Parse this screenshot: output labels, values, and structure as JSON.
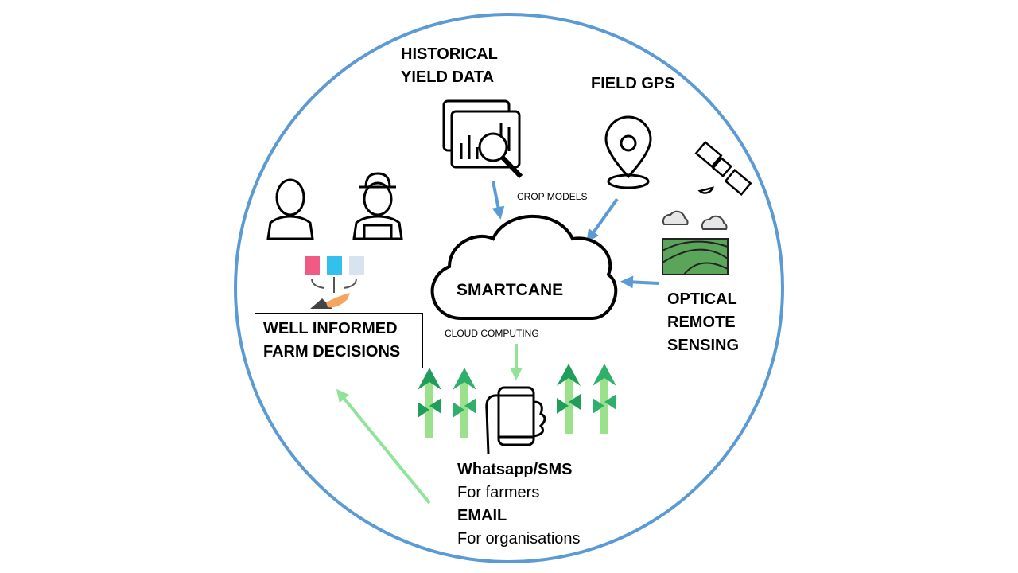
{
  "labels": {
    "historical_yield": [
      "HISTORICAL",
      "YIELD DATA"
    ],
    "field_gps": "FIELD GPS",
    "crop_models": "CROP MODELS",
    "smartcane": "SMARTCANE",
    "cloud_computing": "CLOUD COMPUTING",
    "optical_remote_sensing": [
      "OPTICAL",
      "REMOTE",
      "SENSING"
    ],
    "decisions": [
      "WELL INFORMED",
      "FARM DECISIONS"
    ],
    "channels": {
      "whatsapp": "Whatsapp/SMS",
      "for_farmers": "For farmers",
      "email": "EMAIL",
      "for_orgs": "For organisations"
    }
  },
  "colors": {
    "circle": "#5b9bd5",
    "blue_arrow": "#5b9bd5",
    "green_arrow": "#92e39a",
    "cane_dark": "#1e9e5a",
    "cane_light": "#9be08a"
  }
}
